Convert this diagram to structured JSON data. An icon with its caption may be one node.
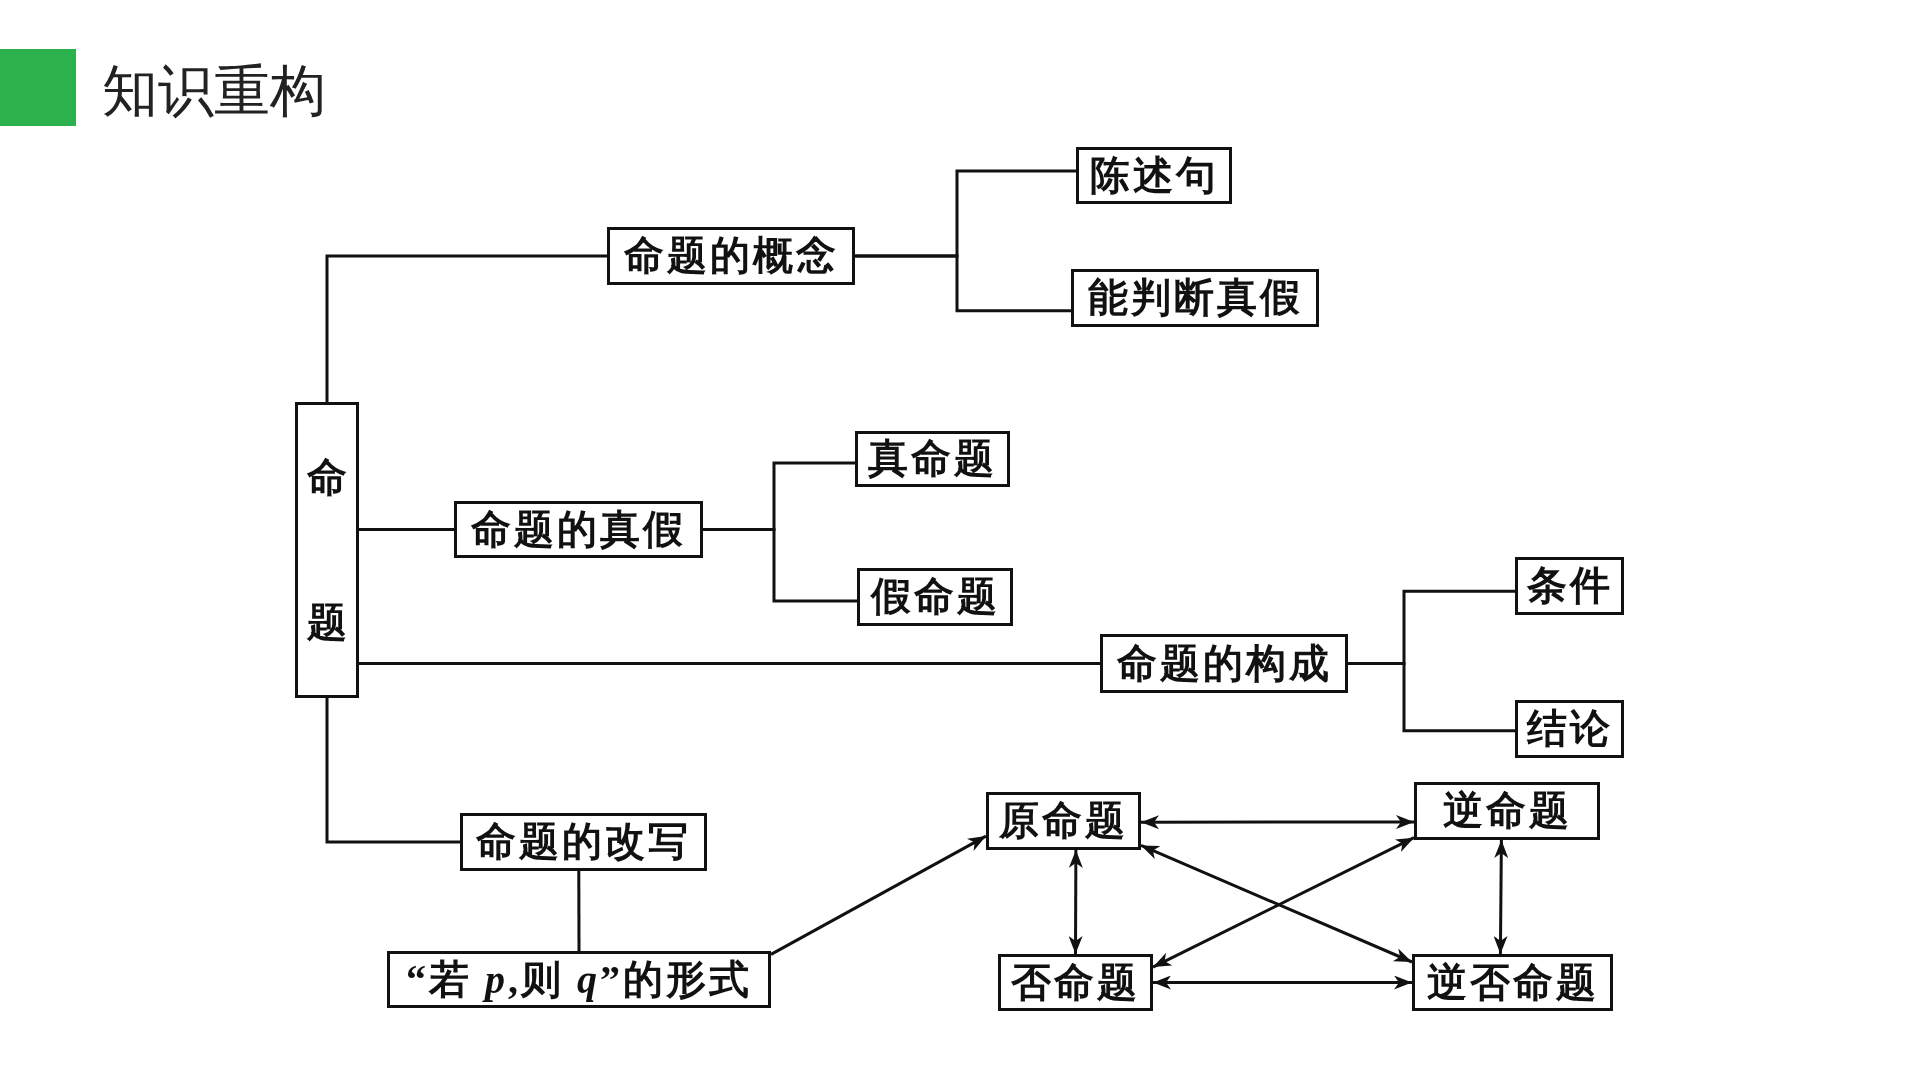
{
  "diagram": {
    "title": "知识重构",
    "nodes": [
      {
        "text": [
          "命题"
        ]
      },
      {
        "text": [
          "命题的概念"
        ]
      },
      {
        "text": [
          "陈述句"
        ]
      },
      {
        "text": [
          "能判断真假"
        ]
      },
      {
        "text": [
          "命题的真假"
        ]
      },
      {
        "text": [
          "真命题"
        ]
      },
      {
        "text": [
          "假命题"
        ]
      },
      {
        "text": [
          "命题的构成"
        ]
      },
      {
        "text": [
          "条件"
        ]
      },
      {
        "text": [
          "结论"
        ]
      },
      {
        "text": [
          "命题的改写"
        ]
      },
      {
        "text": [
          "“若 *p*,则 *q*”的形式"
        ]
      },
      {
        "text": [
          "原命题"
        ]
      },
      {
        "text": [
          "逆命题"
        ]
      },
      {
        "text": [
          "否命题"
        ]
      },
      {
        "text": [
          "逆否命题"
        ]
      }
    ],
    "edges": [
      {
        "from": 0,
        "to": 1,
        "arrow": "none"
      },
      {
        "from": 1,
        "to": 2,
        "arrow": "none"
      },
      {
        "from": 1,
        "to": 3,
        "arrow": "none"
      },
      {
        "from": 0,
        "to": 4,
        "arrow": "none"
      },
      {
        "from": 4,
        "to": 5,
        "arrow": "none"
      },
      {
        "from": 4,
        "to": 6,
        "arrow": "none"
      },
      {
        "from": 0,
        "to": 7,
        "arrow": "none"
      },
      {
        "from": 7,
        "to": 8,
        "arrow": "none"
      },
      {
        "from": 7,
        "to": 9,
        "arrow": "none"
      },
      {
        "from": 0,
        "to": 10,
        "arrow": "none"
      },
      {
        "from": 10,
        "to": 11,
        "arrow": "none"
      },
      {
        "from": 11,
        "to": 12,
        "arrow": "to"
      },
      {
        "from": 12,
        "to": 13,
        "arrow": "both"
      },
      {
        "from": 12,
        "to": 14,
        "arrow": "both"
      },
      {
        "from": 12,
        "to": 15,
        "arrow": "both"
      },
      {
        "from": 13,
        "to": 14,
        "arrow": "both"
      },
      {
        "from": 13,
        "to": 15,
        "arrow": "both"
      },
      {
        "from": 14,
        "to": 15,
        "arrow": "both"
      }
    ]
  }
}
